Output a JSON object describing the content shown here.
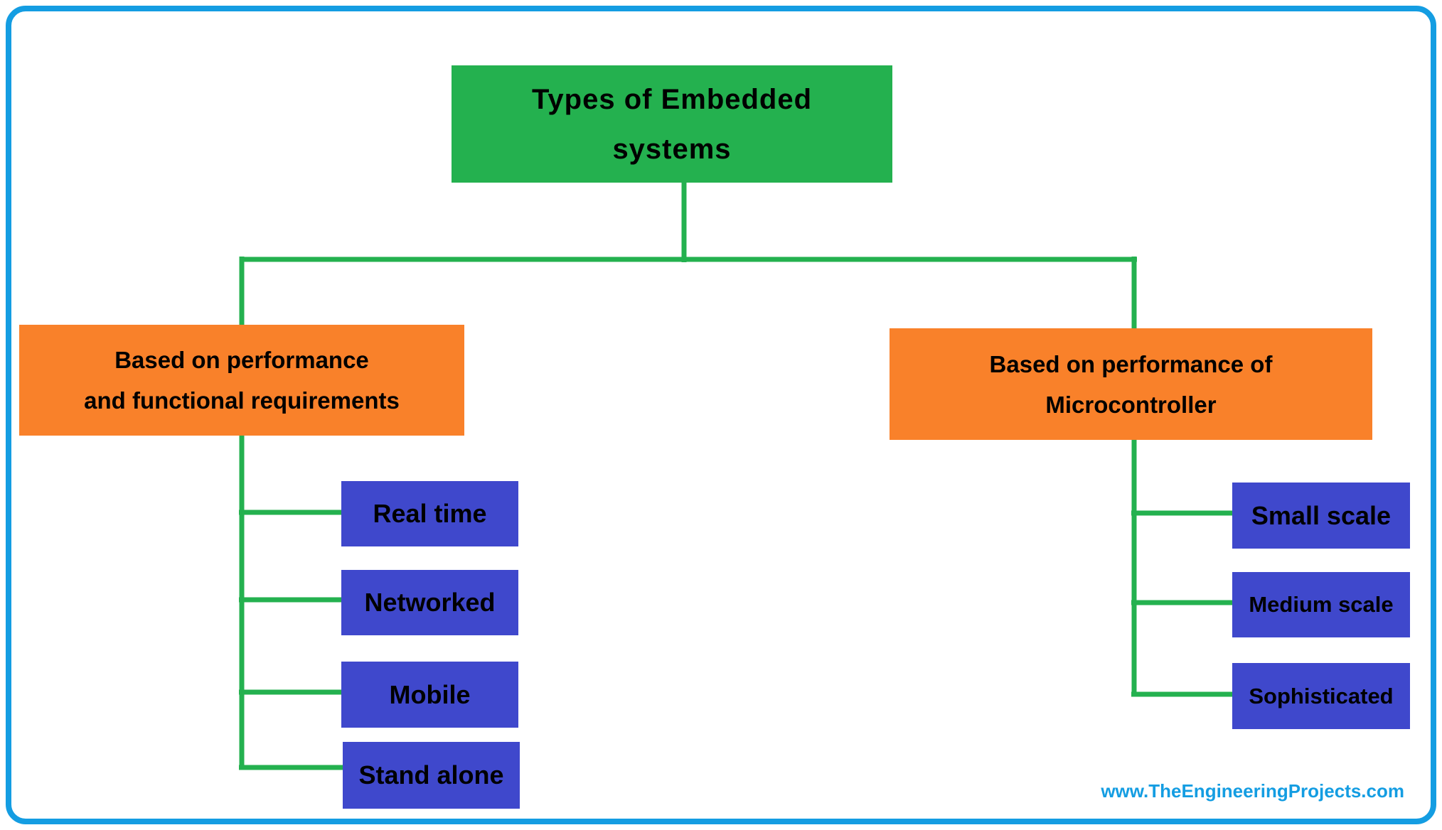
{
  "root": {
    "line1": "Types of Embedded",
    "line2": "systems"
  },
  "left": {
    "line1": "Based on performance",
    "line2": "and functional requirements",
    "children": [
      "Real time",
      "Networked",
      "Mobile",
      "Stand alone"
    ]
  },
  "right": {
    "line1": "Based on performance of",
    "line2": "Microcontroller",
    "children": [
      "Small scale",
      "Medium scale",
      "Sophisticated"
    ]
  },
  "watermark": "www.TheEngineeringProjects.com",
  "colors": {
    "node_green": "#24b14f",
    "node_orange": "#f9812a",
    "node_blue": "#3f48cc",
    "connector_green": "#24b14f",
    "frame_blue": "#149de2",
    "watermark_blue": "#149de2",
    "text_black": "#000000"
  }
}
